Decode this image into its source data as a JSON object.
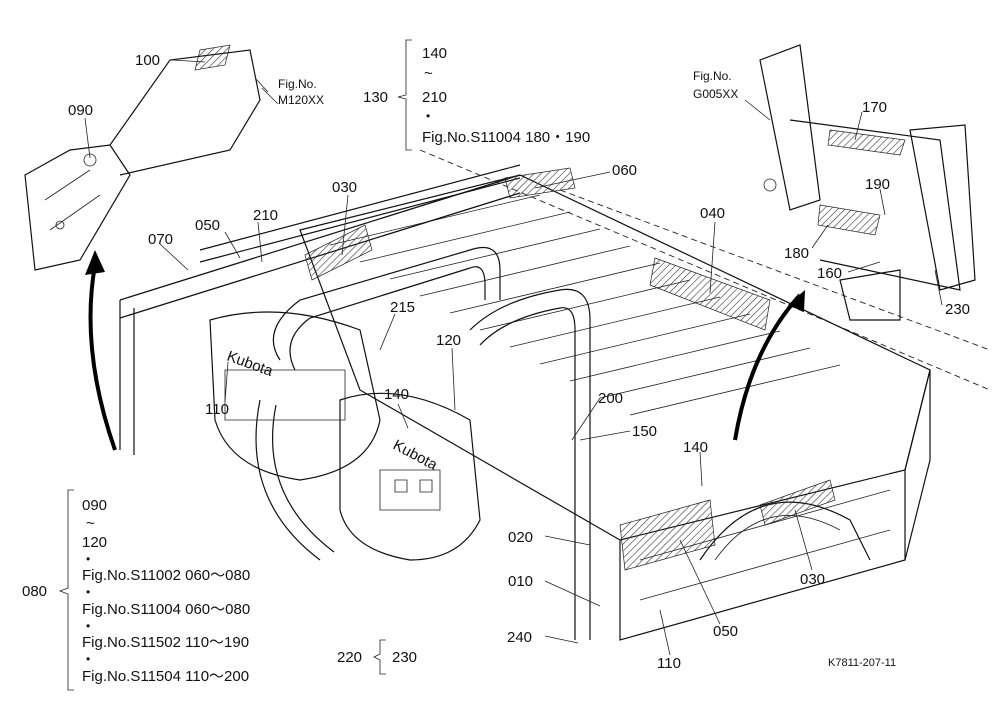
{
  "callouts": {
    "p100": "100",
    "p090": "090",
    "p050a": "050",
    "p210": "210",
    "p070": "070",
    "p030a": "030",
    "p060": "060",
    "p040": "040",
    "p170": "170",
    "p190": "190",
    "p180": "180",
    "p160": "160",
    "p230": "230",
    "p215": "215",
    "p120": "120",
    "p110a": "110",
    "p140a": "140",
    "p200": "200",
    "p150": "150",
    "p140b": "140",
    "p020": "020",
    "p010": "010",
    "p240": "240",
    "p050b": "050",
    "p030b": "030",
    "p110b": "110",
    "p130": "130"
  },
  "fig_refs": {
    "m120_label": "Fig.No.",
    "m120_code": "M120XX",
    "g005_label": "Fig.No.",
    "g005_code": "G005XX"
  },
  "top_group": {
    "range_start": "140",
    "tilde": "~",
    "range_end": "210",
    "dot": "•",
    "fig_ref": "Fig.No.S11004  180・190"
  },
  "left_group": {
    "label": "080",
    "range_start": "090",
    "tilde": "~",
    "range_end": "120",
    "dot1": "•",
    "ref1": "Fig.No.S11002  060〜080",
    "dot2": "•",
    "ref2": "Fig.No.S11004  060〜080",
    "dot3": "•",
    "ref3": "Fig.No.S11502  110〜190",
    "dot4": "•",
    "ref4": "Fig.No.S11504  110〜200"
  },
  "bottom_group": {
    "label": "220",
    "item": "230"
  },
  "brand": {
    "text1": "Kubota",
    "text2": "Kubota"
  },
  "drawing_number": "K7811-207-11"
}
